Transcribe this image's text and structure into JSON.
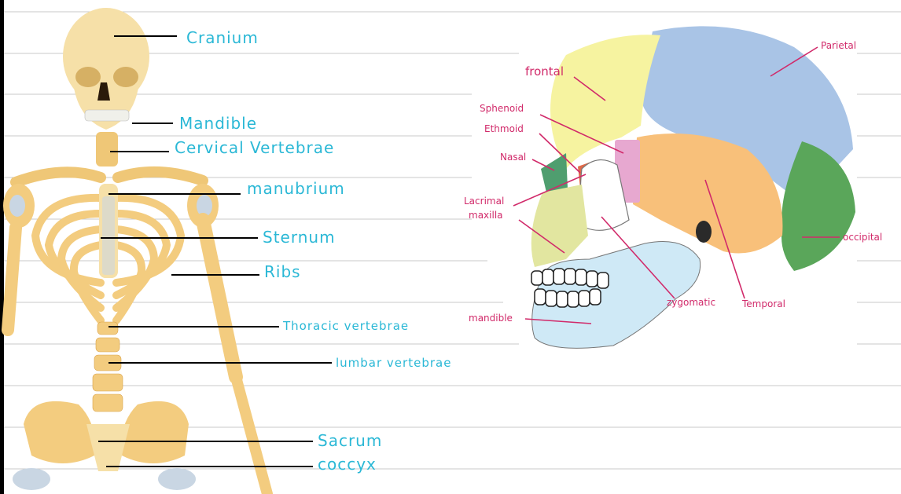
{
  "skeleton_labels": {
    "cranium": "Cranium",
    "mandible": "Mandible",
    "cervical": "Cervical Vertebrae",
    "manubrium": "manubrium",
    "sternum": "Sternum",
    "ribs": "Ribs",
    "thoracic": "Thoracic vertebrae",
    "lumbar": "lumbar vertebrae",
    "sacrum": "Sacrum",
    "coccyx": "coccyx"
  },
  "skull_labels": {
    "frontal": "frontal",
    "parietal": "Parietal",
    "sphenoid": "Sphenoid",
    "ethmoid": "Ethmoid",
    "nasal": "Nasal",
    "lacrimal": "Lacrimal",
    "maxilla": "maxilla",
    "occipital": "occipital",
    "zygomatic": "zygomatic",
    "temporal": "Temporal",
    "mandible": "mandible"
  },
  "colors": {
    "bone": "#f3cc7f",
    "bone_dark": "#d9a24a",
    "cartilage": "#c9d6e3",
    "label_cyan": "#2bb8d6",
    "label_pink": "#d12a6a",
    "frontal": "#f6f3a0",
    "parietal": "#a9c4e6",
    "temporal": "#f8c07a",
    "occipital": "#5aa65a",
    "sphenoid": "#e7a8d0",
    "mandible": "#cfe9f6",
    "zygomatic": "#ffffff",
    "nasal": "#4f9e6f",
    "lacrimal": "#e06a4a",
    "maxilla": "#e2e6a0"
  }
}
